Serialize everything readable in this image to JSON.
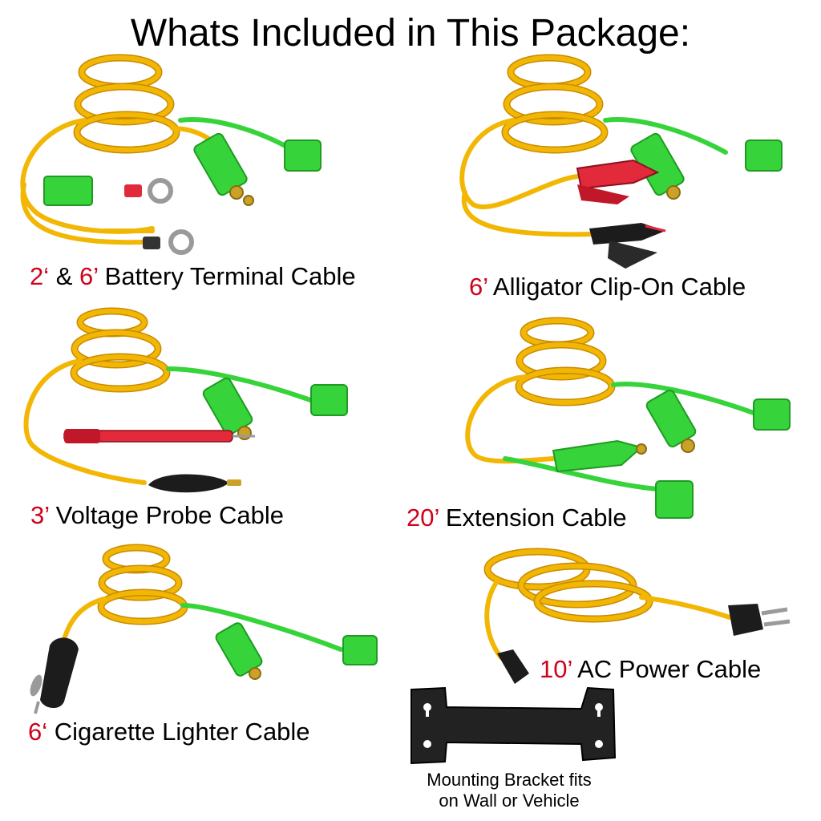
{
  "title": "Whats Included in This Package:",
  "colors": {
    "cable": "#f2b705",
    "cable_dark": "#c98a00",
    "connector": "#36d43a",
    "connector_dark": "#1f9a22",
    "length_text": "#d0021b",
    "clip_red": "#e22a3a",
    "clip_black": "#1c1c1c",
    "contact": "#c9a227"
  },
  "items": [
    {
      "len1": "2‘",
      "sep": " & ",
      "len2": "6’",
      "name": " Battery Terminal Cable",
      "icon": "battery-terminal-cable-icon"
    },
    {
      "len1": "6’",
      "name": " Alligator Clip-On Cable",
      "icon": "alligator-clip-cable-icon"
    },
    {
      "len1": "3’",
      "name": " Voltage Probe Cable",
      "icon": "voltage-probe-cable-icon"
    },
    {
      "len1": "20’",
      "name": " Extension Cable",
      "icon": "extension-cable-icon"
    },
    {
      "len1": "6‘",
      "name": " Cigarette Lighter Cable",
      "icon": "cigarette-lighter-cable-icon"
    },
    {
      "len1": "10’",
      "name": " AC Power Cable",
      "icon": "ac-power-cable-icon"
    }
  ],
  "bracket": {
    "line1": "Mounting Bracket fits",
    "line2": "on Wall or Vehicle",
    "icon": "mounting-bracket-icon"
  }
}
